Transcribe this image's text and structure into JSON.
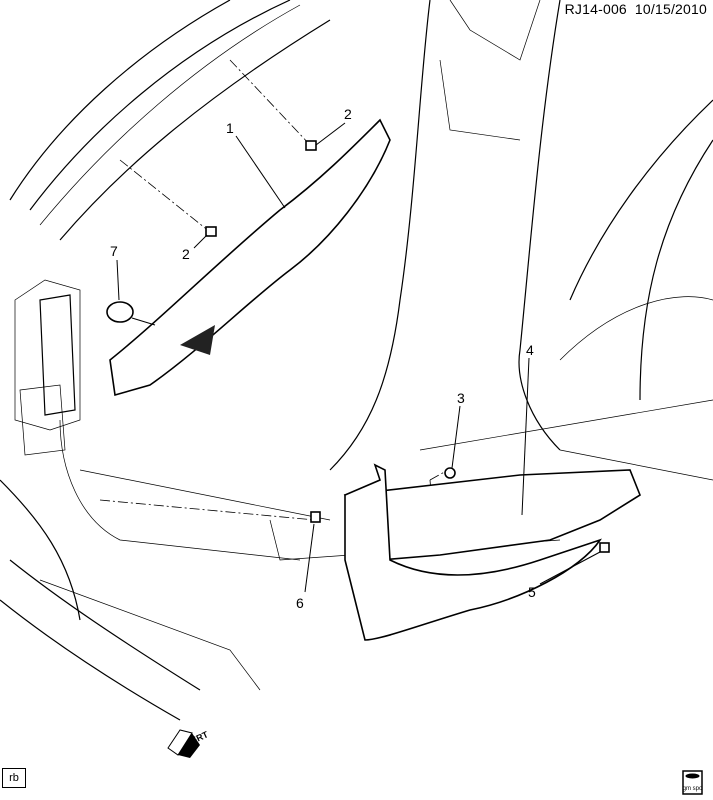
{
  "header": {
    "diagram_id": "RJ14-006",
    "date": "10/15/2010"
  },
  "footer": {
    "initials": "rb",
    "logo_text": "gm spo",
    "direction_label": "FRT"
  },
  "callouts": {
    "c1": "1",
    "c2a": "2",
    "c2b": "2",
    "c3": "3",
    "c4": "4",
    "c5": "5",
    "c6": "6",
    "c7": "7"
  }
}
